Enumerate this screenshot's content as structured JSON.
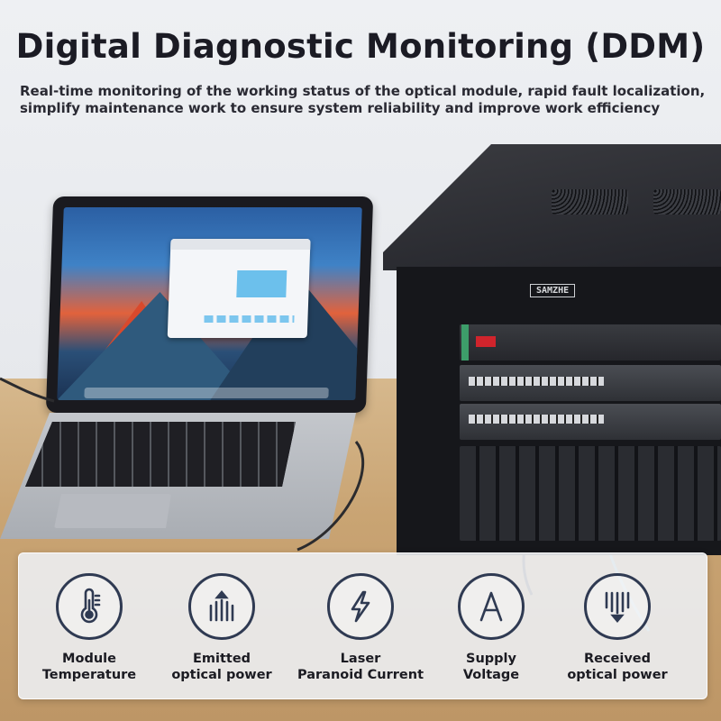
{
  "header": {
    "title": "Digital Diagnostic Monitoring (DDM)",
    "subtitle_line1": "Real-time monitoring of the working status of the optical module, rapid fault localization,",
    "subtitle_line2": "simplify maintenance work to ensure system reliability and improve work efficiency"
  },
  "rack": {
    "brand": "SAMZHE"
  },
  "features": [
    {
      "icon": "thermometer-icon",
      "line1": "Module",
      "line2": "Temperature"
    },
    {
      "icon": "emitted-power-icon",
      "line1": "Emitted",
      "line2": "optical power"
    },
    {
      "icon": "lightning-bolt-icon",
      "line1": "Laser",
      "line2": "Paranoid Current"
    },
    {
      "icon": "ampere-icon",
      "line1": "Supply",
      "line2": "Voltage"
    },
    {
      "icon": "received-power-icon",
      "line1": "Received",
      "line2": "optical power"
    }
  ],
  "colors": {
    "icon_stroke": "#2f3a52",
    "title": "#1b1b24",
    "rack_led": "#d0242c"
  }
}
